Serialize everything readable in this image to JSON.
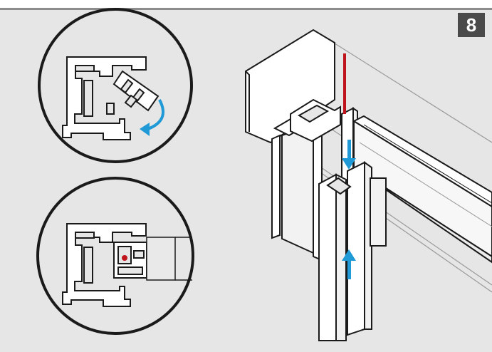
{
  "step": {
    "number": "8",
    "badge_color": "#4a4a4a"
  },
  "colors": {
    "background": "#e6e6e6",
    "profile_fill": "#ffffff",
    "outline": "#1a1a1a",
    "arrow_blue": "#1f9ad6",
    "marker_red": "#c0141c"
  },
  "panels": [
    {
      "kind": "detail-circle",
      "content": "rotate-clip-into-profile",
      "icon": "rotate-arrow-icon"
    },
    {
      "kind": "detail-circle",
      "content": "clip-locked-in-profile",
      "icon": "lock-point-icon"
    },
    {
      "kind": "isometric-view",
      "content": "press-clip-onto-frame",
      "icon": "move-arrows-icon"
    }
  ]
}
